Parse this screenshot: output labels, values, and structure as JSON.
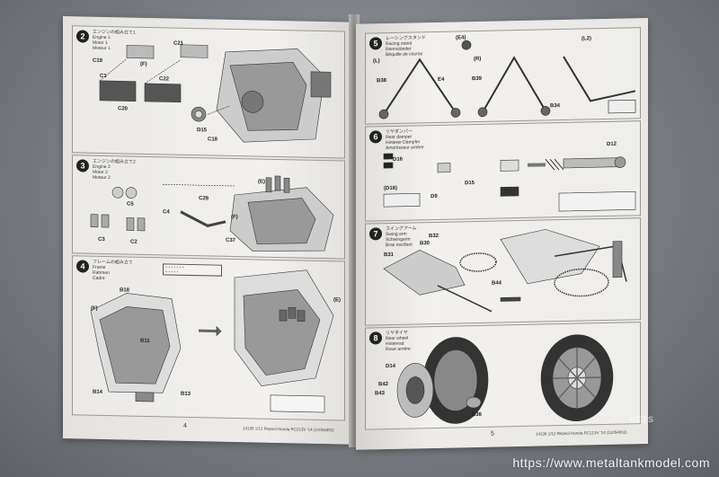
{
  "pages": {
    "left": {
      "page_number": "4",
      "footer": "14136 1/12 Repsol Honda RC213V '14 (11054802)",
      "steps": [
        {
          "num": "2",
          "title_lines": [
            "エンジンの組み立て1",
            "Engine 1",
            "Motor 1",
            "Moteur 1"
          ],
          "labels": [
            "C19",
            "C21",
            "C1",
            "C22",
            "C20",
            "D15",
            "C18",
            "(F)"
          ]
        },
        {
          "num": "3",
          "title_lines": [
            "エンジンの組み立て2",
            "Engine 2",
            "Motor 2",
            "Moteur 2"
          ],
          "labels": [
            "C29",
            "C3",
            "C2",
            "C37",
            "C4",
            "(E)",
            "(F)",
            "C5"
          ]
        },
        {
          "num": "4",
          "title_lines": [
            "フレームの組み立て",
            "Frame",
            "Rahmen",
            "Cadre"
          ],
          "labels": [
            "B18",
            "B11",
            "B14",
            "B13",
            "(F)",
            "(E)"
          ]
        }
      ]
    },
    "right": {
      "page_number": "5",
      "footer": "14136 1/12 Repsol Honda RC213V '14 (11054802)",
      "steps": [
        {
          "num": "5",
          "title_lines": [
            "レーシングスタンド",
            "Racing stand",
            "Rennständer",
            "Béquille de course"
          ],
          "labels": [
            "(L)",
            "(R)",
            "B38",
            "B39",
            "E4",
            "B34",
            "(E4)",
            "(L2)"
          ]
        },
        {
          "num": "6",
          "title_lines": [
            "リヤダンパー",
            "Rear damper",
            "Hinterer Dämpfer",
            "Amortisseur arrière"
          ],
          "labels": [
            "D12",
            "D16",
            "D9",
            "D15",
            "(D16)"
          ]
        },
        {
          "num": "7",
          "title_lines": [
            "スイングアーム",
            "Swing arm",
            "Schwingarm",
            "Bras oscillant"
          ],
          "labels": [
            "B31",
            "B32",
            "B44",
            "B30"
          ]
        },
        {
          "num": "8",
          "title_lines": [
            "リヤタイヤ",
            "Rear wheel",
            "Hinterrad",
            "Roue arrière"
          ],
          "labels": [
            "D14",
            "B43",
            "C36",
            "B42"
          ]
        }
      ]
    }
  },
  "watermark": "https://www.metaltankmodel.com",
  "watermark_logo": "NETS"
}
